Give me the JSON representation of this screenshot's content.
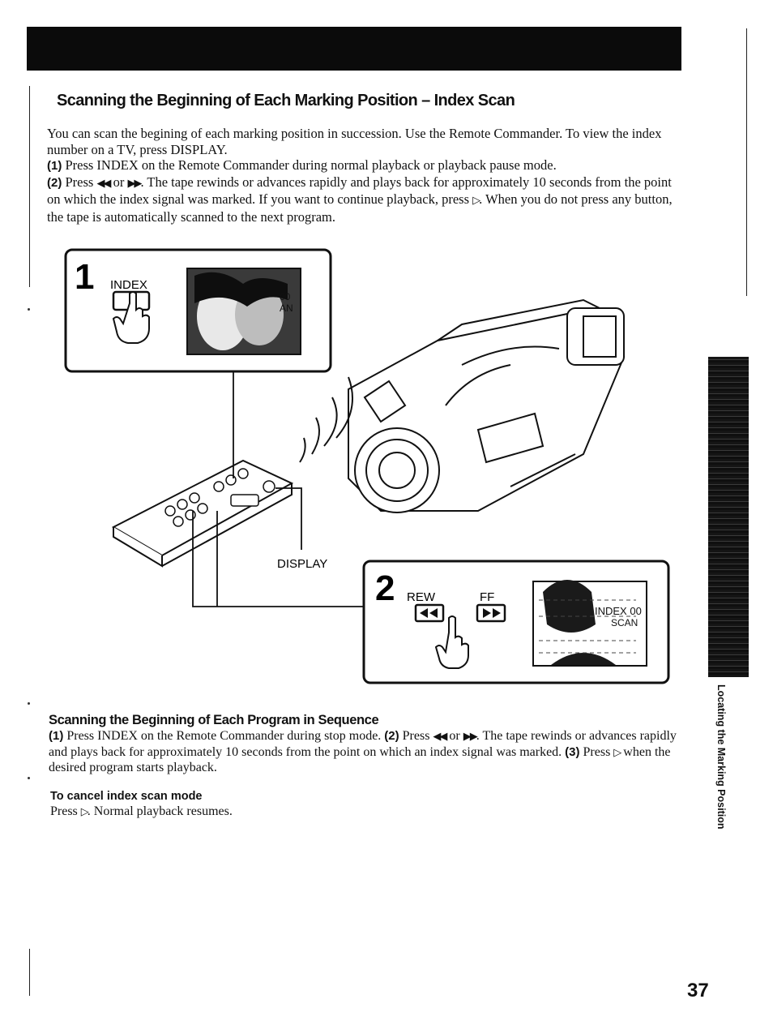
{
  "header": {
    "band_color": "#0b0b0b"
  },
  "side_tab": {
    "label": "Locating the Marking Position"
  },
  "title": "Scanning the Beginning of Each Marking Position – Index Scan",
  "intro": {
    "line1": "You can scan the begining of each marking position in succession. Use the Remote Commander. To view the index number on a TV, press DISPLAY.",
    "step1_num": "(1)",
    "step1_text": " Press INDEX on the Remote Commander during normal playback or playback pause mode.",
    "step2_num": "(2)",
    "step2_text_a": " Press ",
    "rew_symbol": "◀◀",
    "or": " or ",
    "ff_symbol": "▶▶",
    "step2_text_b": ". The tape rewinds or advances rapidly and plays back for approximately 10 seconds from the point on which the index signal was marked. If you want to continue playback, press ",
    "play_symbol": "▷",
    "step2_text_c": ". When you do not press any button, the tape is automatically scanned to the next program."
  },
  "figure": {
    "step1_number": "1",
    "step1_label": "INDEX",
    "screen1_text_a": "00",
    "screen1_text_b": "AN",
    "display_label": "DISPLAY",
    "step2_number": "2",
    "rew_label": "REW",
    "ff_label": "FF",
    "screen2_text_a": "INDEX 00",
    "screen2_text_b": "SCAN"
  },
  "section2": {
    "title": "Scanning the Beginning of Each Program in Sequence",
    "s1": "(1)",
    "t1": " Press INDEX on the Remote Commander during stop mode. ",
    "s2": "(2)",
    "t2a": " Press ",
    "rew_symbol": "◀◀",
    "or": " or ",
    "ff_symbol": "▶▶",
    "t2b": ". The tape rewinds or advances rapidly and plays back for approximately 10 seconds from the point on which an index signal was marked. ",
    "s3": "(3)",
    "t3a": " Press ",
    "play_symbol": "▷",
    "t3b": " when the desired program starts playback."
  },
  "cancel": {
    "title": "To cancel index scan mode",
    "text_a": "Press ",
    "play_symbol": "▷",
    "text_b": ". Normal playback resumes."
  },
  "page_number": "37"
}
